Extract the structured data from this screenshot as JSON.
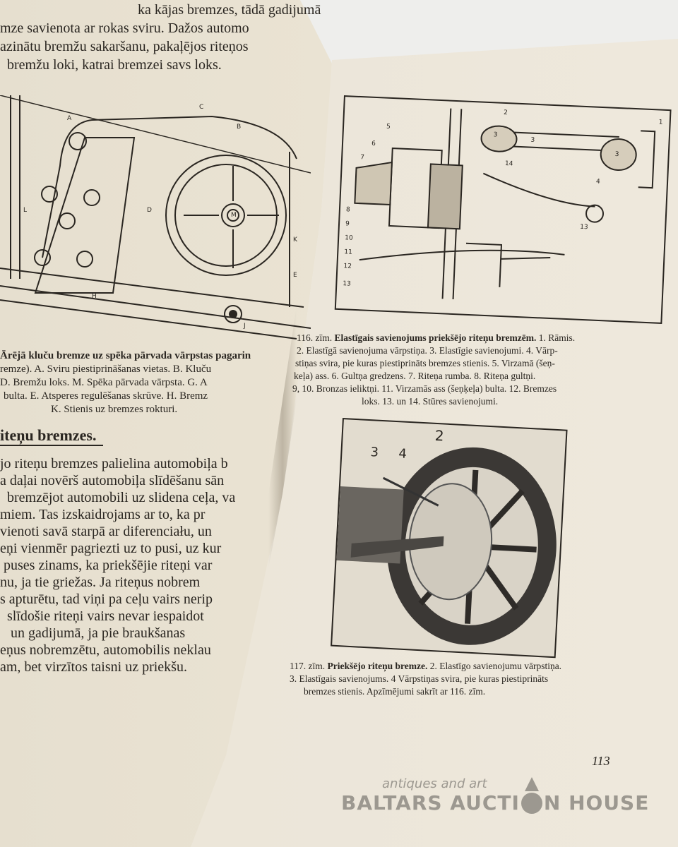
{
  "left_page": {
    "top_lines": [
      "ka kājas bremzes, tādā gadijumā",
      "mze savienota ar rokas sviru. Dažos automo",
      "azinātu bremžu sakaršanu, pakaļējos riteņos",
      "bremžu loki, katrai bremzei savs loks."
    ],
    "figure_labels": [
      "A",
      "B",
      "C",
      "D",
      "L",
      "M",
      "H",
      "J",
      "E",
      "K"
    ],
    "caption_lines": [
      "Ārējā kluču bremze uz spēka pārvada vārpstas pagarin",
      "remze). A. Sviru piestiprināšanas vietas. B. Kluču",
      "D. Bremžu loks. M. Spēka pārvada vārpsta. G. A",
      "bulta. E. Atsperes regulēšanas skrūve. H. Bremz",
      "K. Stienis uz bremzes rokturi."
    ],
    "section_heading": "iteņu bremzes.",
    "body_lines": [
      "jo riteņu bremzes palielina automobiļa b",
      "a daļai novērš automobiļa slīdēšanu sān",
      "bremzējot automobili uz slidena ceļa, va",
      "miem. Tas izskaidrojams ar to, ka pr",
      "vienoti savā starpā ar diferenciału, un",
      "eņi vienmēr pagriezti uz to pusi, uz kur",
      "puses zinams, ka priekšējie riteņi var",
      "nu, ja tie griežas. Ja riteņus nobrem",
      "s apturētu, tad viņi pa ceļu vairs nerip",
      "slīdošie riteņi vairs nevar iespaidot",
      "un gadijumā, ja pie braukšanas",
      "eņus nobremzētu, automobilis neklau",
      "am, bet virzītos taisni uz priekšu."
    ]
  },
  "right_page": {
    "fig116_labels": [
      "1",
      "2",
      "3",
      "3",
      "3",
      "4",
      "5",
      "6",
      "7",
      "8",
      "9",
      "10",
      "11",
      "12",
      "13",
      "13",
      "14"
    ],
    "fig116_caption": {
      "number": "116. zīm.",
      "title": "Elastīgais savienojums priekšējo riteņu bremzēm.",
      "lines": [
        "1. Rāmis.",
        "2. Elastīgā savienojuma vārpstiņa. 3. Elastīgie savienojumi. 4. Vārp-",
        "stiņas svira, pie kuras piestiprināts bremzes stienis. 5. Virzamā (šeņ-",
        "keļa) ass. 6. Gultņa gredzens. 7. Riteņa rumba. 8. Riteņa gultņi.",
        "9, 10. Bronzas ieliktņi. 11. Virzamās ass (šeņķeļa) bulta. 12. Bremzes",
        "loks. 13. un 14. Stūres savienojumi."
      ]
    },
    "fig117_labels": [
      "2",
      "3",
      "4"
    ],
    "fig117_caption": {
      "number": "117. zīm.",
      "title": "Priekšējo riteņu bremze.",
      "lines": [
        "2. Elastīgo savienojumu vārpstiņa.",
        "3. Elastīgais savienojums. 4 Vārpstiņas svira, pie kuras piestiprināts",
        "bremzes stienis. Apzīmējumi sakrīt ar 116. zīm."
      ]
    },
    "page_number": "113"
  },
  "watermark": {
    "tagline": "antiques and art",
    "name_part1": "BALTARS AUCTI",
    "name_part2": "N HOUSE"
  },
  "colors": {
    "paper": "#ebe5d8",
    "ink": "#2a2621",
    "watermark": "#9c9890"
  }
}
